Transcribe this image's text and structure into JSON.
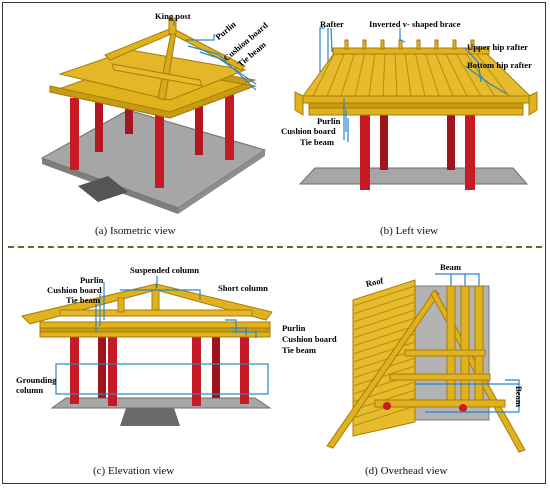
{
  "panels": {
    "isometric": {
      "caption": "(a) Isometric view",
      "labels": {
        "king_post": "King post",
        "purlin": "Purlin",
        "cushion_board": "Cushion board",
        "tie_beam": "Tie beam"
      }
    },
    "left": {
      "caption": "(b) Left view",
      "labels": {
        "rafter": "Rafter",
        "brace": "Inverted v- shaped brace",
        "upper_hip": "Upper hip rafter",
        "bottom_hip": "Bottom hip rafter",
        "purlin": "Purlin",
        "cushion_board": "Cushion board",
        "tie_beam": "Tie beam"
      }
    },
    "elevation": {
      "caption": "(c) Elevation view",
      "labels": {
        "suspended": "Suspended column",
        "short": "Short column",
        "purlin_l": "Purlin",
        "cushion_l": "Cushion board",
        "tie_l": "Tie beam",
        "purlin_r": "Purlin",
        "cushion_r": "Cushion board",
        "tie_r": "Tie beam",
        "grounding": "Grounding\ncolumn"
      }
    },
    "overhead": {
      "caption": "(d) Overhead view",
      "labels": {
        "roof": "Roof",
        "beam_top": "Beam",
        "beam_right": "Beam"
      }
    }
  },
  "colors": {
    "wood": "#e0b21e",
    "wood_dark": "#a87c0a",
    "column": "#c81a24",
    "column_dark": "#7d0f15",
    "base": "#9a9a9a",
    "callout": "#2a86c7",
    "divider": "#5b6b2e"
  }
}
